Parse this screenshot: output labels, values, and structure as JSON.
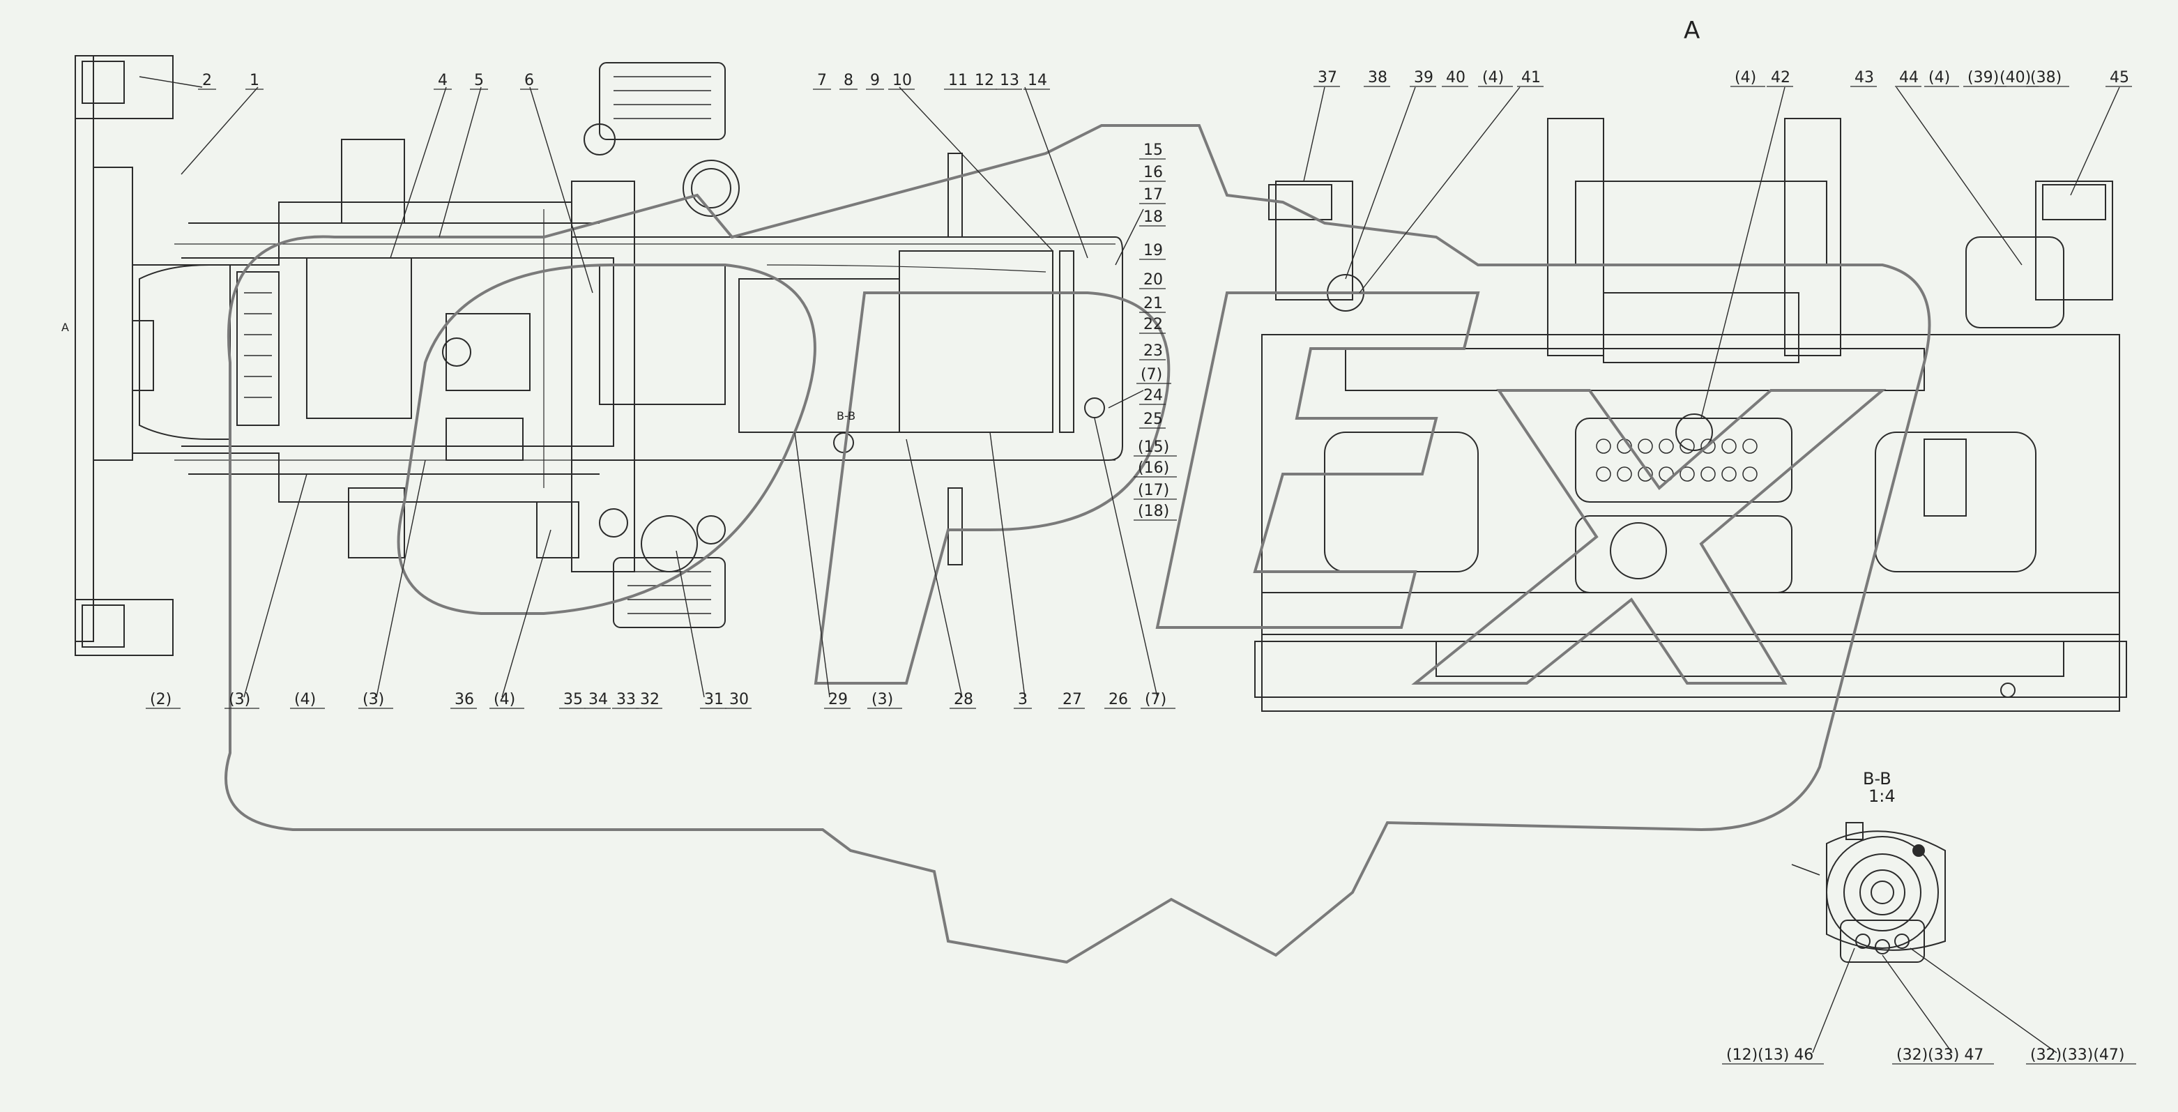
{
  "view_labels": {
    "main_view": "A",
    "section_view": "B-B",
    "section_scale": "1:4",
    "small_marker": "A",
    "bb_marker": "B-B"
  },
  "callouts_top_left": [
    "2",
    "1",
    "4",
    "5",
    "6",
    "7",
    "8",
    "9",
    "10",
    "11",
    "12",
    "13",
    "14"
  ],
  "callouts_right_column": [
    "15",
    "16",
    "17",
    "18",
    "19",
    "20",
    "21",
    "22",
    "23",
    "(7)",
    "24",
    "25",
    "(15)",
    "(16)",
    "(17)",
    "(18)"
  ],
  "callouts_bottom_left": [
    "(2)",
    "(3)",
    "(4)",
    "(3)",
    "36",
    "(4)",
    "35",
    "34",
    "33",
    "32",
    "31",
    "30",
    "29",
    "(3)",
    "28",
    "3",
    "27",
    "26",
    "(7)"
  ],
  "callouts_top_right": [
    "37",
    "38",
    "39",
    "40",
    "(4)",
    "41",
    "(4)",
    "42",
    "43",
    "44",
    "(4)",
    "(39)",
    "(40)",
    "(38)",
    "45"
  ],
  "callouts_section": [
    "(12)(13) 46",
    "(32)(33) 47",
    "(32)(33)(47)"
  ],
  "watermark": "OPEX",
  "colors": {
    "line": "#2b2b2b",
    "background": "#f1f4ef",
    "watermark": "#7a7a7a"
  }
}
